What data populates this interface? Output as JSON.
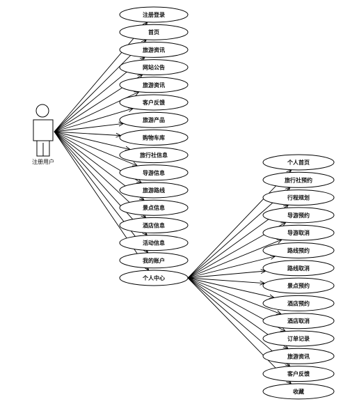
{
  "actor": {
    "label": "注册用户"
  },
  "main_use_cases": [
    {
      "label": "注册登录"
    },
    {
      "label": "首页"
    },
    {
      "label": "旅游资讯"
    },
    {
      "label": "网站公告"
    },
    {
      "label": "旅游资讯"
    },
    {
      "label": "客户反馈"
    },
    {
      "label": "旅游产品"
    },
    {
      "label": "购物车库"
    },
    {
      "label": "旅行社信息"
    },
    {
      "label": "导游信息"
    },
    {
      "label": "旅游路线"
    },
    {
      "label": "景点信息"
    },
    {
      "label": "酒店信息"
    },
    {
      "label": "活动信息"
    },
    {
      "label": "我的账户"
    },
    {
      "label": "个人中心"
    }
  ],
  "sub_use_cases": [
    {
      "label": "个人首页"
    },
    {
      "label": "旅行社预约"
    },
    {
      "label": "行程规划"
    },
    {
      "label": "导游预约"
    },
    {
      "label": "导游取消"
    },
    {
      "label": "路线预约"
    },
    {
      "label": "路线取消"
    },
    {
      "label": "景点预约"
    },
    {
      "label": "酒店预约"
    },
    {
      "label": "酒店取消"
    },
    {
      "label": "订单记录"
    },
    {
      "label": "旅游资讯"
    },
    {
      "label": "客户反馈"
    },
    {
      "label": "收藏"
    }
  ],
  "style": {
    "stroke": "#000000",
    "fill": "#ffffff"
  }
}
